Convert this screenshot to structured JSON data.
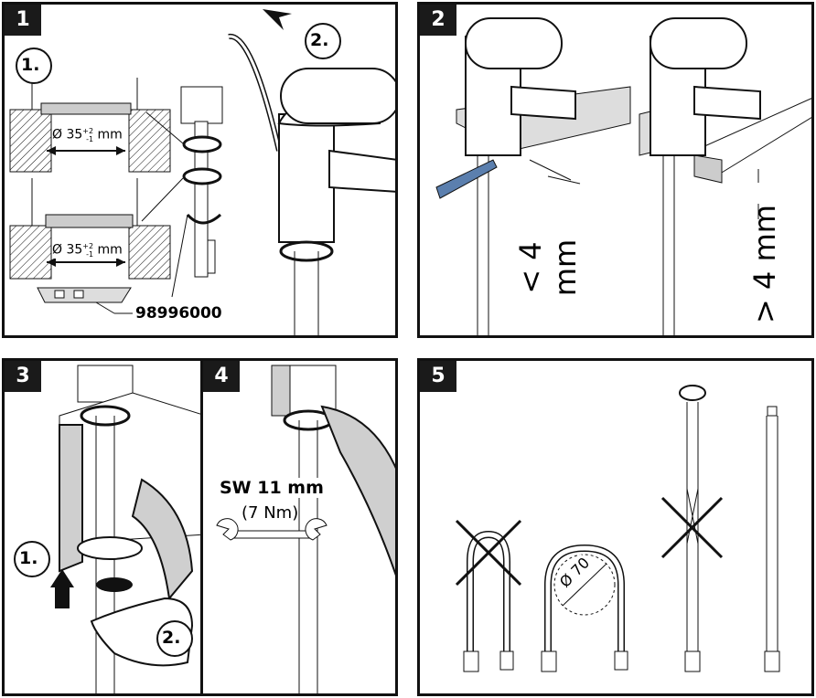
{
  "panels": [
    {
      "number": "1"
    },
    {
      "number": "2"
    },
    {
      "number": "3"
    },
    {
      "number": "4"
    },
    {
      "number": "5"
    }
  ],
  "panel1": {
    "step1": "1.",
    "step2": "2.",
    "diameter_top": "Ø 35",
    "diameter_bottom": "Ø 35",
    "tolerance": "+2\n-1",
    "unit": "mm",
    "part_number": "98996000"
  },
  "panel2": {
    "left_dim": "< 4 mm",
    "right_dim": "> 4 mm"
  },
  "panel3": {
    "step1": "1.",
    "step2": "2."
  },
  "panel4": {
    "wrench_size": "SW 11 mm",
    "torque": "(7 Nm)"
  },
  "panel5": {
    "bend_diameter": "Ø 70"
  },
  "colors": {
    "ink": "#111111",
    "shade": "#cfcfcf",
    "badge": "#1a1a1a",
    "blue_tool": "#5b7fae"
  }
}
